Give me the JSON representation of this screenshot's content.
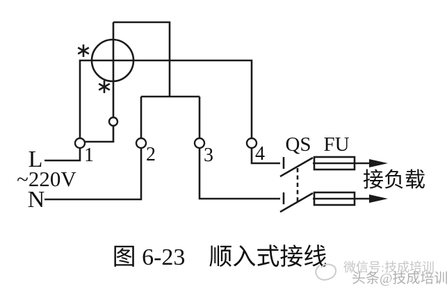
{
  "diagram": {
    "caption": "图 6-23　顺入式接线",
    "source": {
      "line": "L",
      "voltage": "~220V",
      "neutral": "N"
    },
    "terminals": [
      "1",
      "2",
      "3",
      "4"
    ],
    "components": {
      "switch": "QS",
      "fuse": "FU",
      "load": "接负载"
    },
    "meter": {
      "polarity_mark": "*"
    },
    "colors": {
      "line": "#1a1a1a",
      "background": "#ffffff",
      "watermark_light": "#c6c6c6",
      "watermark_dark": "#b0b0b0"
    }
  },
  "watermark": {
    "line1": "微信号:技成培训",
    "line2": "头条@技成培训"
  }
}
